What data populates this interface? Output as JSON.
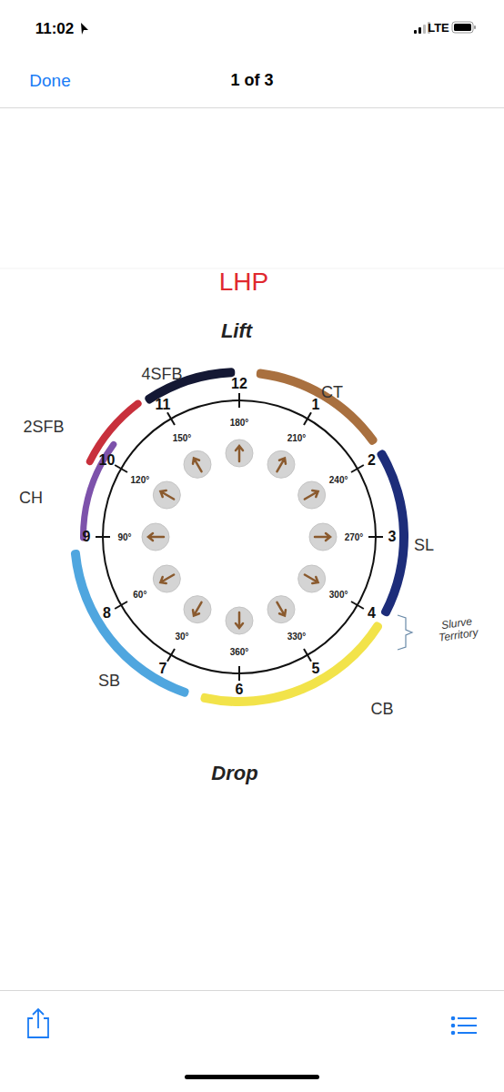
{
  "diagram": {
    "labels": [
      "11:02",
      "LTE",
      "Done",
      "1 of 3",
      "LHP",
      "Lift",
      "4SFB",
      "CT",
      "2SFB",
      "CH",
      "SL",
      "Slurve Territory",
      "SB",
      "CB",
      "Drop",
      "12",
      "1",
      "2",
      "3",
      "4",
      "5",
      "6",
      "7",
      "8",
      "9",
      "10",
      "11",
      "180°",
      "210°",
      "240°",
      "270°",
      "300°",
      "330°",
      "360°",
      "30°",
      "60°",
      "90°",
      "120°",
      "150°"
    ]
  }
}
